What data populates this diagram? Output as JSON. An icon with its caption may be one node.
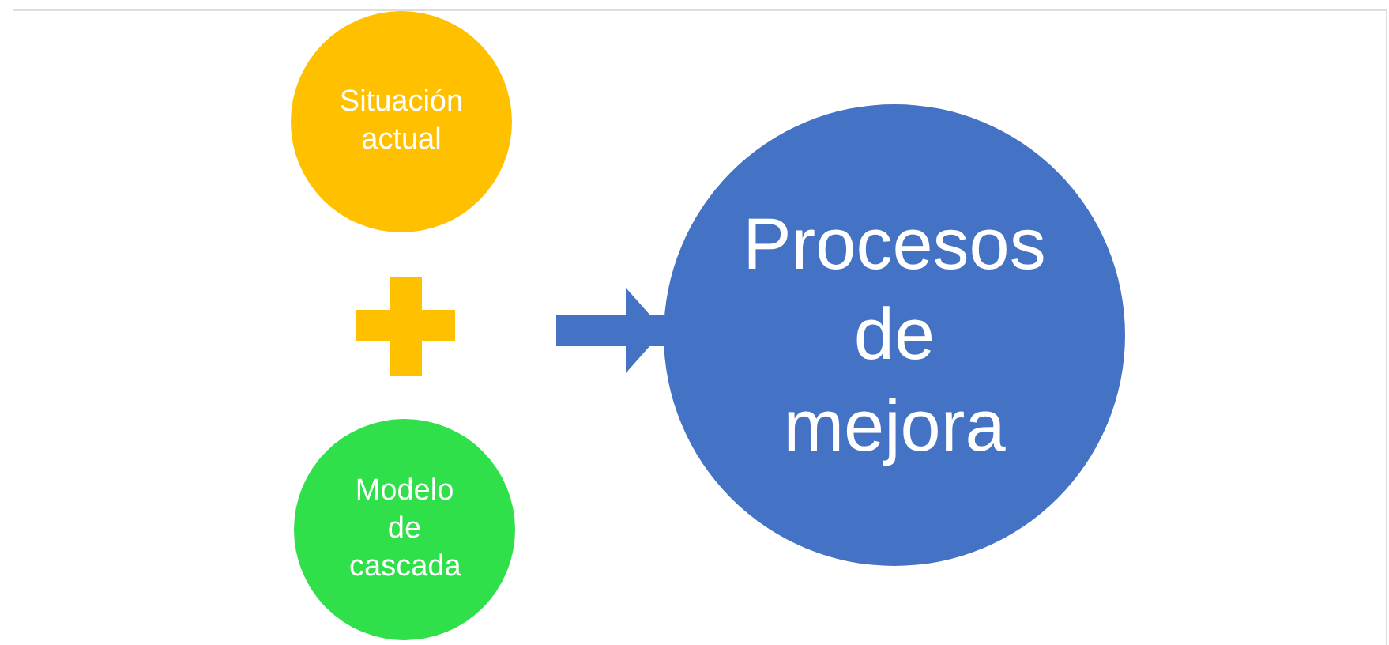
{
  "diagram": {
    "nodes": [
      {
        "text": [
          "Situación actual"
        ]
      },
      {
        "text": [
          "Modelo de cascada"
        ]
      },
      {
        "text": [
          "Procesos de mejora"
        ]
      }
    ],
    "edges": [
      {
        "from": null,
        "to": 2,
        "arrow": "to"
      }
    ]
  }
}
